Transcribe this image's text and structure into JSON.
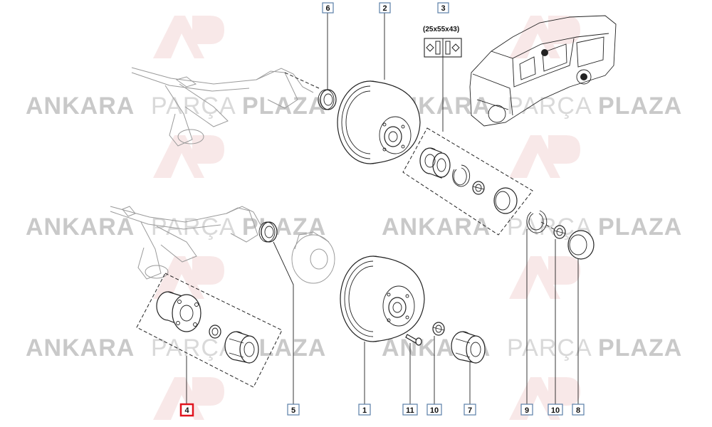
{
  "watermark": {
    "brand_word1": "ANKARA",
    "brand_word2": "PARÇA",
    "brand_word3": "PLAZA",
    "color_bold": "#c9c9c9",
    "color_light": "#d9d9d9",
    "logo_color": "#f2d5d5"
  },
  "callouts": [
    {
      "id": "callout-6",
      "label": "6"
    },
    {
      "id": "callout-2",
      "label": "2"
    },
    {
      "id": "callout-3",
      "label": "3"
    },
    {
      "id": "callout-4",
      "label": "4",
      "selected": true
    },
    {
      "id": "callout-5",
      "label": "5"
    },
    {
      "id": "callout-1",
      "label": "1"
    },
    {
      "id": "callout-11",
      "label": "11"
    },
    {
      "id": "callout-10a",
      "label": "10"
    },
    {
      "id": "callout-7",
      "label": "7"
    },
    {
      "id": "callout-9",
      "label": "9"
    },
    {
      "id": "callout-10b",
      "label": "10"
    },
    {
      "id": "callout-8",
      "label": "8"
    }
  ],
  "bearing_dimension": "(25x55x43)",
  "colors": {
    "callout_border": "#5a7fa8",
    "selected_border": "#e0141e",
    "line": "#222222"
  }
}
